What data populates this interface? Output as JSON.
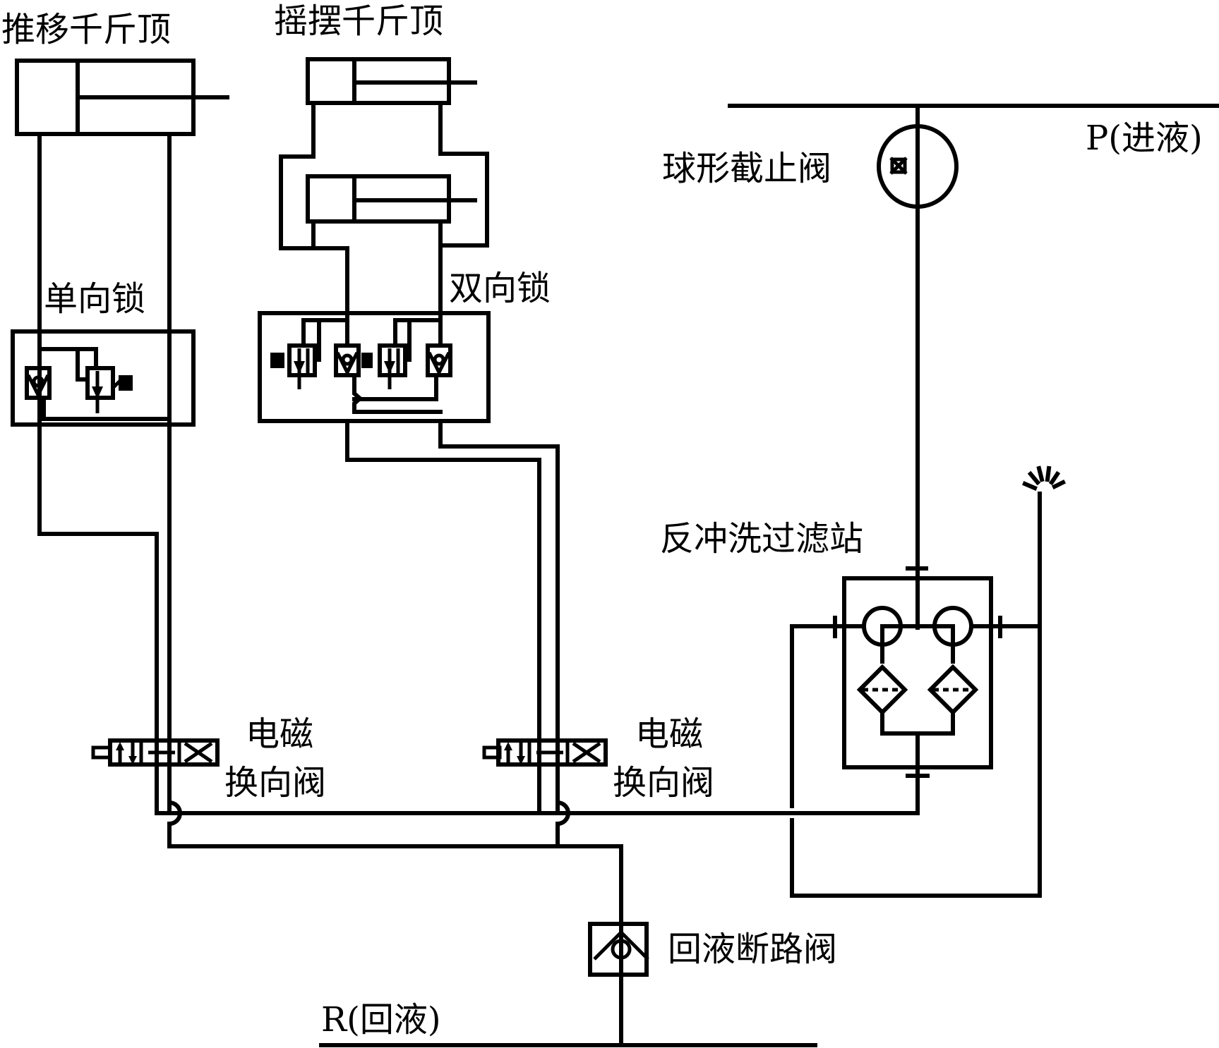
{
  "diagram": {
    "title": "",
    "type": "hydraulic-schematic",
    "colors": {
      "line": "#000000",
      "background": "#ffffff"
    },
    "labels": {
      "push_jack": "推移千斤顶",
      "swing_jack": "摇摆千斤顶",
      "single_lock": "单向锁",
      "double_lock": "双向锁",
      "ball_valve": "球形截止阀",
      "pressure_line": "P(进液)",
      "filter_station": "反冲洗过滤站",
      "solenoid_valve_1_line1": "电磁",
      "solenoid_valve_1_line2": "换向阀",
      "solenoid_valve_2_line1": "电磁",
      "solenoid_valve_2_line2": "换向阀",
      "return_cutoff_valve": "回液断路阀",
      "return_line": "R(回液)"
    },
    "components": [
      {
        "id": "push-jack",
        "kind": "double-acting-cylinder",
        "count": 1
      },
      {
        "id": "swing-jack",
        "kind": "double-acting-cylinder",
        "count": 2
      },
      {
        "id": "single-lock",
        "kind": "hydraulic-lock",
        "check_valves": 1
      },
      {
        "id": "double-lock",
        "kind": "hydraulic-lock",
        "check_valves": 2
      },
      {
        "id": "solenoid-valve-1",
        "kind": "4-way-solenoid-directional-valve"
      },
      {
        "id": "solenoid-valve-2",
        "kind": "4-way-solenoid-directional-valve"
      },
      {
        "id": "ball-valve",
        "kind": "ball-stop-valve"
      },
      {
        "id": "backflush-filter-station",
        "kind": "dual-filter-station",
        "filters": 2
      },
      {
        "id": "return-cutoff-valve",
        "kind": "check-valve"
      },
      {
        "id": "spray-nozzle",
        "kind": "nozzle"
      }
    ]
  }
}
